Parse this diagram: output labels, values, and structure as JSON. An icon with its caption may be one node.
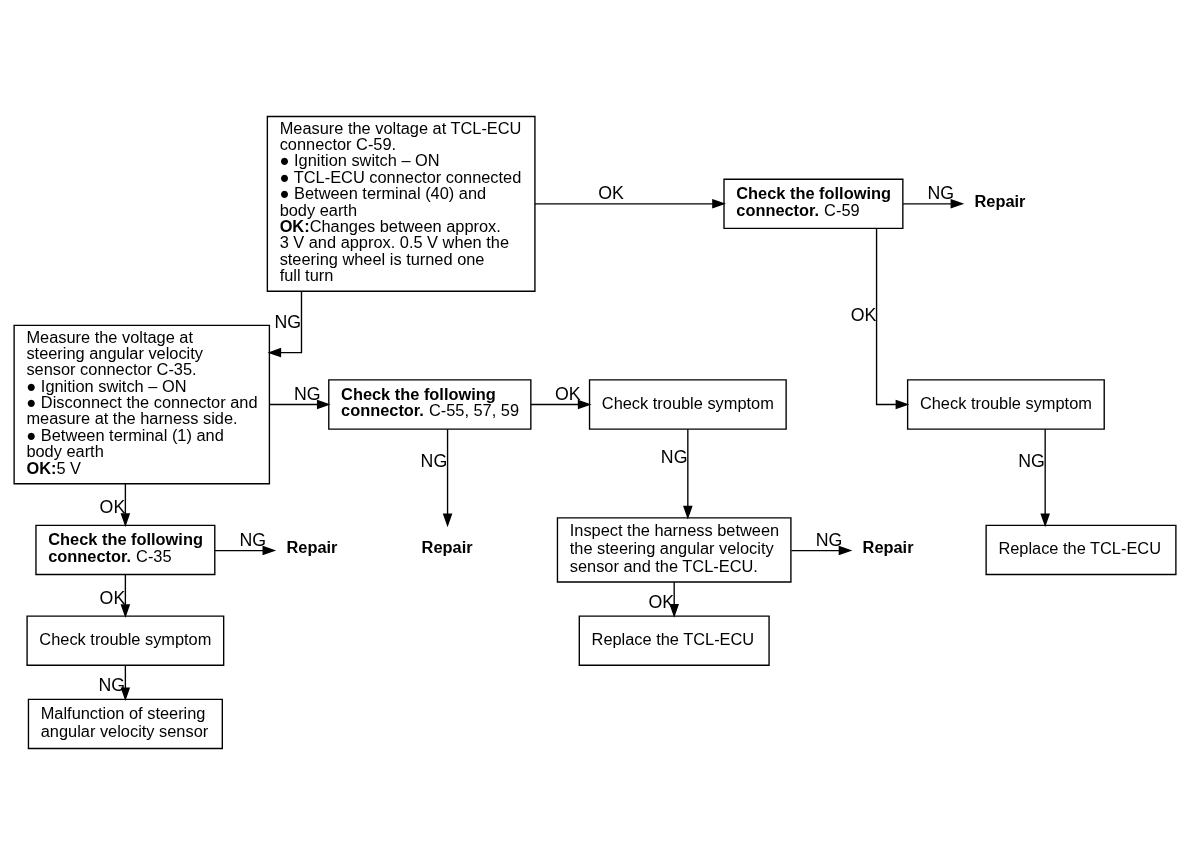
{
  "diagram": {
    "nodes": [
      {
        "text": [
          "Measure the voltage at TCL-ECU connector C-59.",
          "● Ignition switch – ON",
          "● TCL-ECU connector connected",
          "● Between terminal (40) and body earth",
          "**OK:**Changes between approx. 3 V and approx. 0.5 V when the steering wheel is turned one full turn"
        ]
      },
      {
        "text": [
          "**Check the following connector.** C-59"
        ]
      },
      {
        "text": [
          "Repair"
        ]
      },
      {
        "text": [
          "Check trouble symptom"
        ]
      },
      {
        "text": [
          "Replace the TCL-ECU"
        ]
      },
      {
        "text": [
          "Measure the voltage at steering angular velocity sensor connector C-35.",
          "● Ignition switch – ON",
          "● Disconnect the connector and measure at the harness side.",
          "● Between terminal (1) and body earth",
          "**OK:**5 V"
        ]
      },
      {
        "text": [
          "**Check the following connector.** C-55, 57, 59"
        ]
      },
      {
        "text": [
          "Repair"
        ]
      },
      {
        "text": [
          "Check trouble symptom"
        ]
      },
      {
        "text": [
          "Inspect the harness between the steering angular velocity sensor and the TCL-ECU."
        ]
      },
      {
        "text": [
          "Repair"
        ]
      },
      {
        "text": [
          "Replace the TCL-ECU"
        ]
      },
      {
        "text": [
          "**Check the following connector.** C-35"
        ]
      },
      {
        "text": [
          "Repair"
        ]
      },
      {
        "text": [
          "Check trouble symptom"
        ]
      },
      {
        "text": [
          "Malfunction of steering angular velocity sensor"
        ]
      }
    ],
    "edges": [
      {
        "from": 0,
        "to": 1,
        "arrow": "to",
        "label": "OK"
      },
      {
        "from": 1,
        "to": 2,
        "arrow": "to",
        "label": "NG"
      },
      {
        "from": 1,
        "to": 3,
        "arrow": "to",
        "label": "OK"
      },
      {
        "from": 3,
        "to": 4,
        "arrow": "to",
        "label": "NG"
      },
      {
        "from": 0,
        "to": 5,
        "arrow": "to",
        "label": "NG"
      },
      {
        "from": 5,
        "to": 6,
        "arrow": "to",
        "label": "NG"
      },
      {
        "from": 6,
        "to": 7,
        "arrow": "to",
        "label": "NG"
      },
      {
        "from": 6,
        "to": 8,
        "arrow": "to",
        "label": "OK"
      },
      {
        "from": 8,
        "to": 9,
        "arrow": "to",
        "label": "NG"
      },
      {
        "from": 9,
        "to": 10,
        "arrow": "to",
        "label": "NG"
      },
      {
        "from": 9,
        "to": 11,
        "arrow": "to",
        "label": "OK"
      },
      {
        "from": 5,
        "to": 12,
        "arrow": "to",
        "label": "OK"
      },
      {
        "from": 12,
        "to": 13,
        "arrow": "to",
        "label": "NG"
      },
      {
        "from": 12,
        "to": 14,
        "arrow": "to",
        "label": "OK"
      },
      {
        "from": 14,
        "to": 15,
        "arrow": "to",
        "label": "NG"
      }
    ]
  }
}
